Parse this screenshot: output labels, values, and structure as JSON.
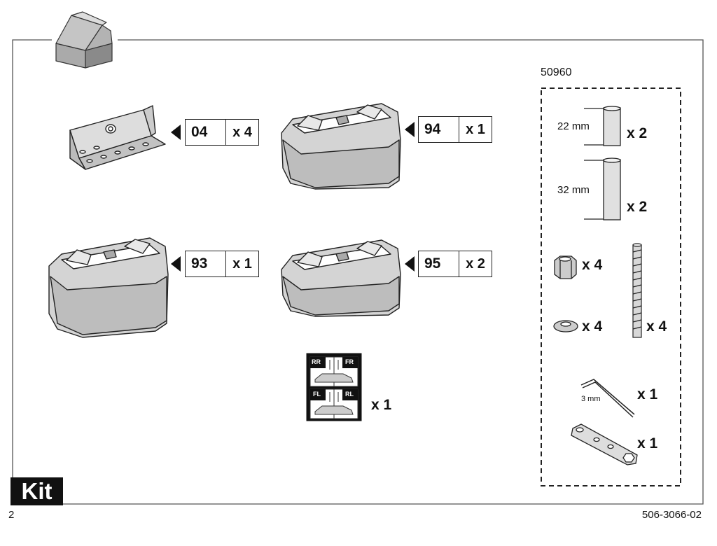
{
  "header": {
    "box_icon": "open-box-icon"
  },
  "parts": [
    {
      "code": "04",
      "qty": "x 4"
    },
    {
      "code": "94",
      "qty": "x 1"
    },
    {
      "code": "93",
      "qty": "x 1"
    },
    {
      "code": "95",
      "qty": "x 2"
    }
  ],
  "sticker": {
    "qty": "x 1",
    "labels": {
      "rr": "RR",
      "fr": "FR",
      "fl": "FL",
      "rl": "RL"
    }
  },
  "kit_box": {
    "number": "50960",
    "spacer_22": {
      "dim": "22 mm",
      "qty": "x 2"
    },
    "spacer_32": {
      "dim": "32 mm",
      "qty": "x 2"
    },
    "nut": {
      "qty": "x 4"
    },
    "washer": {
      "qty": "x 4"
    },
    "bolt": {
      "qty": "x 4"
    },
    "hex_key": {
      "dim": "3 mm",
      "qty": "x 1"
    },
    "wrench": {
      "qty": "x 1"
    }
  },
  "footer": {
    "kit_label": "Kit",
    "page_number": "2",
    "doc_number": "506-3066-02"
  }
}
